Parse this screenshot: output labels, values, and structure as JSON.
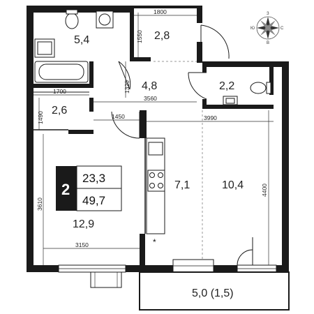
{
  "apartment": {
    "rooms_count": "2",
    "living_area": "23,3",
    "total_area": "49,7"
  },
  "rooms": {
    "bathroom": "5,4",
    "wardrobe": "2,8",
    "hallway": "4,8",
    "toilet": "2,2",
    "storage": "2,6",
    "kitchen": "7,1",
    "kitchen_living": "10,4",
    "bedroom": "12,9",
    "balcony": "5,0 (1,5)"
  },
  "dimensions": {
    "d1800": "1800",
    "d1550": "1550",
    "d1320": "1320",
    "d1700": "1700",
    "d3560": "3560",
    "d1490": "1490",
    "d1450": "1450",
    "d3990": "3990",
    "d4400": "4400",
    "d3610": "3610",
    "d3150": "3150"
  },
  "compass": {
    "n": "З",
    "e": "С",
    "s": "В",
    "w": "Ю"
  }
}
